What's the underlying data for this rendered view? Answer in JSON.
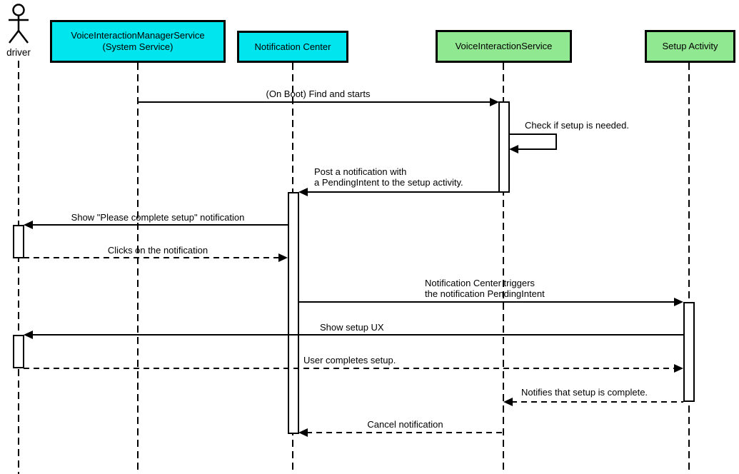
{
  "diagram_type": "uml-sequence",
  "actor": {
    "label": "driver"
  },
  "participants": [
    {
      "label": "VoiceInteractionManagerService\n(System Service)",
      "color": "#00E5EE"
    },
    {
      "label": "Notification Center",
      "color": "#00E5EE"
    },
    {
      "label": "VoiceInteractionService",
      "color": "#90E890"
    },
    {
      "label": "Setup Activity",
      "color": "#90E890"
    }
  ],
  "messages": [
    {
      "from": "VoiceInteractionManagerService (System Service)",
      "to": "VoiceInteractionService",
      "style": "solid",
      "label": "(On Boot) Find and starts"
    },
    {
      "from": "VoiceInteractionService",
      "to": "VoiceInteractionService",
      "style": "solid-self",
      "label": "Check if setup is needed."
    },
    {
      "from": "VoiceInteractionService",
      "to": "Notification Center",
      "style": "solid",
      "label": "Post a notification with\na PendingIntent to the setup activity."
    },
    {
      "from": "Notification Center",
      "to": "driver",
      "style": "solid",
      "label": "Show \"Please complete setup\" notification"
    },
    {
      "from": "driver",
      "to": "Notification Center",
      "style": "dashed",
      "label": "Clicks on the notification"
    },
    {
      "from": "Notification Center",
      "to": "Setup Activity",
      "style": "solid",
      "label": "Notification Center triggers\nthe notification PendingIntent"
    },
    {
      "from": "Setup Activity",
      "to": "driver",
      "style": "solid",
      "label": "Show setup UX"
    },
    {
      "from": "driver",
      "to": "Setup Activity",
      "style": "dashed",
      "label": "User completes setup."
    },
    {
      "from": "Setup Activity",
      "to": "VoiceInteractionService",
      "style": "dashed",
      "label": "Notifies that setup is complete."
    },
    {
      "from": "VoiceInteractionService",
      "to": "Notification Center",
      "style": "dashed",
      "label": "Cancel notification"
    }
  ],
  "colors": {
    "participant_cyan": "#00E5EE",
    "participant_green": "#90E890",
    "line": "#000000",
    "background": "#FFFFFF"
  }
}
